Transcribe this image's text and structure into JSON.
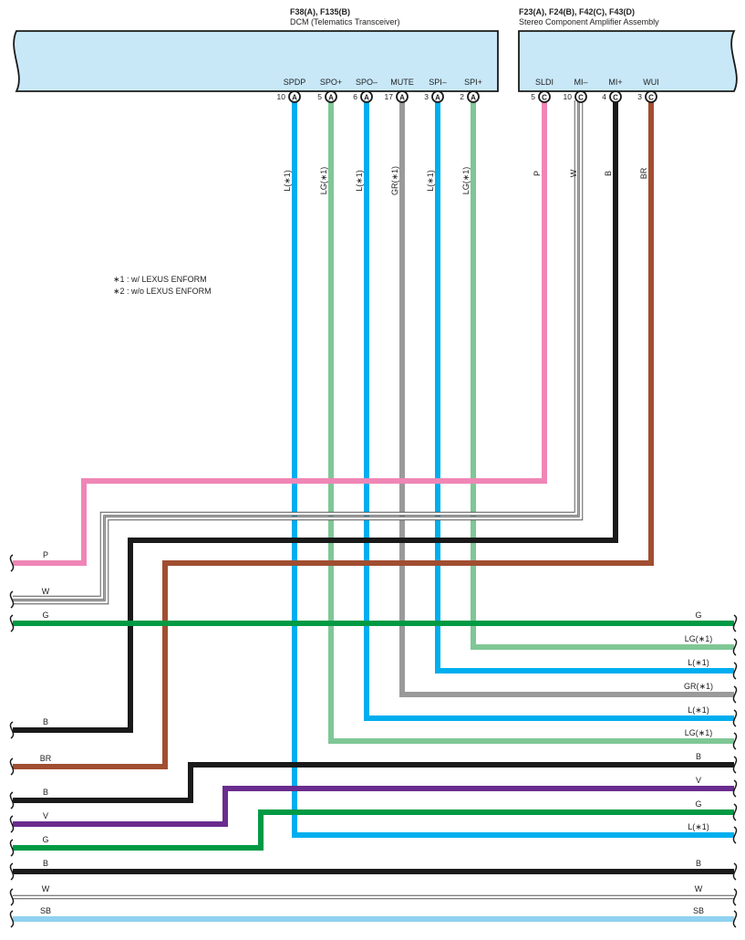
{
  "components": [
    {
      "id": "dcm",
      "ref": "F38(A), F135(B)",
      "name": "DCM (Telematics Transceiver)",
      "pins": [
        {
          "label": "SPDP",
          "num": "10",
          "conn": "A"
        },
        {
          "label": "SPO+",
          "num": "5",
          "conn": "A"
        },
        {
          "label": "SPO–",
          "num": "6",
          "conn": "A"
        },
        {
          "label": "MUTE",
          "num": "17",
          "conn": "A"
        },
        {
          "label": "SPI–",
          "num": "3",
          "conn": "A"
        },
        {
          "label": "SPI+",
          "num": "2",
          "conn": "A"
        }
      ]
    },
    {
      "id": "amp",
      "ref": "F23(A), F24(B), F42(C), F43(D)",
      "name": "Stereo Component Amplifier Assembly",
      "pins": [
        {
          "label": "SLDI",
          "num": "5",
          "conn": "C"
        },
        {
          "label": "MI–",
          "num": "10",
          "conn": "C"
        },
        {
          "label": "MI+",
          "num": "4",
          "conn": "C"
        },
        {
          "label": "WUI",
          "num": "3",
          "conn": "C"
        }
      ]
    }
  ],
  "notes": [
    "∗1 : w/ LEXUS ENFORM",
    "∗2 : w/o LEXUS ENFORM"
  ],
  "wire_colors": {
    "L": "#00aeef",
    "LG": "#7fc796",
    "GR": "#9a9a9a",
    "P": "#ef86b6",
    "W": "#ffffff",
    "B": "#1a1a1a",
    "BR": "#a14e32",
    "G": "#009a44",
    "V": "#6a2c8e",
    "SB": "#8fd2f0"
  },
  "vertical_wire_labels": [
    {
      "text": "L(∗1)",
      "color": "L"
    },
    {
      "text": "LG(∗1)",
      "color": "LG"
    },
    {
      "text": "L(∗1)",
      "color": "L"
    },
    {
      "text": "GR(∗1)",
      "color": "GR"
    },
    {
      "text": "L(∗1)",
      "color": "L"
    },
    {
      "text": "LG(∗1)",
      "color": "LG"
    },
    {
      "text": "P",
      "color": "P"
    },
    {
      "text": "W",
      "color": "W"
    },
    {
      "text": "B",
      "color": "B"
    },
    {
      "text": "BR",
      "color": "BR"
    }
  ],
  "left_wire_labels": [
    "P",
    "W",
    "G",
    "B",
    "BR",
    "B",
    "V",
    "G",
    "B",
    "W",
    "SB"
  ],
  "right_wire_labels": [
    "G",
    "LG(∗1)",
    "L(∗1)",
    "GR(∗1)",
    "L(∗1)",
    "LG(∗1)",
    "B",
    "V",
    "G",
    "L(∗1)",
    "B",
    "W",
    "SB"
  ]
}
